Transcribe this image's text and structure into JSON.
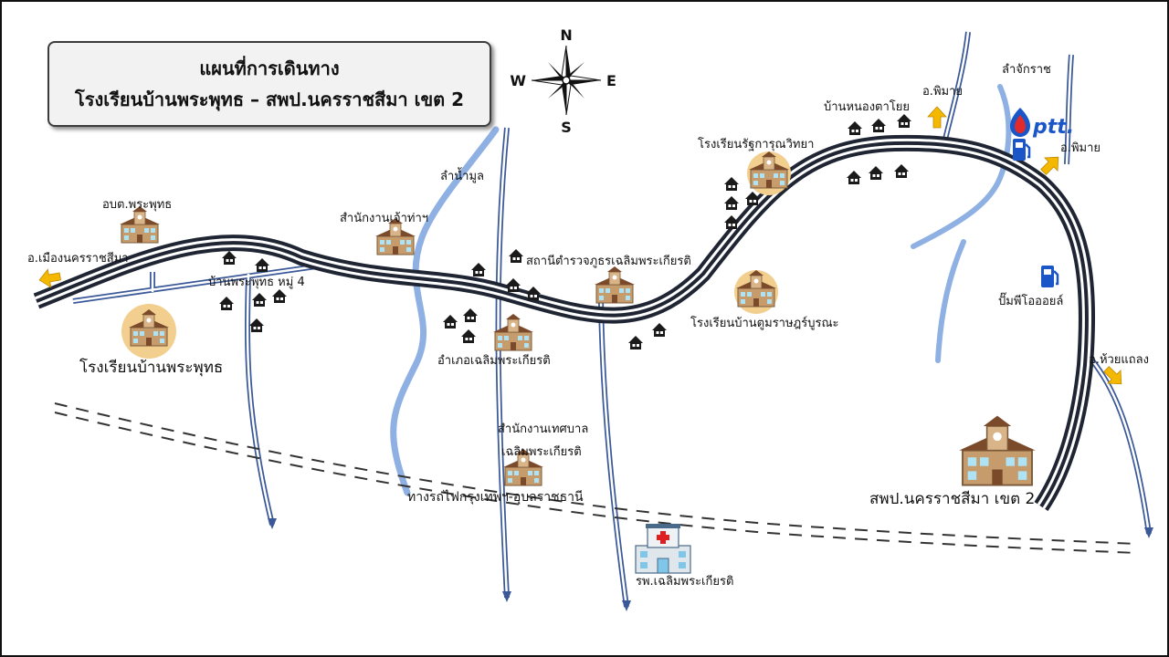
{
  "title": {
    "line1": "แผนที่การเดินทาง",
    "line2": "โรงเรียนบ้านพระพุทธ – สพป.นครราชสีมา เขต 2"
  },
  "compass": {
    "n": "N",
    "s": "S",
    "e": "E",
    "w": "W"
  },
  "colors": {
    "highway": "#1f2533",
    "river": "#8fb0e3",
    "road_edge": "#3b5998",
    "arrow": "#f5b800",
    "circle": "#f2cf8f",
    "ptt": "#1a56c8",
    "railway": "#333333"
  },
  "labels": {
    "muang": "อ.เมืองนครราชสีมา",
    "obt": "อบต.พระพุทธ",
    "village4": "บ้านพระพุทธ หมู่ 4",
    "school_main": "โรงเรียนบ้านพระพุทธ",
    "office": "สำนักงานเจ้าท่าฯ",
    "river_moon": "ลำน้ำมูล",
    "police": "สถานีตำรวจภูธรเฉลิมพระเกียรติ",
    "district": "อำเภอเฉลิมพระเกียรติ",
    "municipal_1": "สำนักงานเทศบาล",
    "municipal_2": "เฉลิมพระเกียรติ",
    "railway": "ทางรถไฟกรุงเทพฯ-อุบลราชธานี",
    "hospital": "รพ.เฉลิมพระเกียรติ",
    "school_rat": "โรงเรียนรัฐการุณวิทยา",
    "school_tum": "โรงเรียนบ้านตูมราษฎร์บูรณะ",
    "nongtayoi": "บ้านหนองตาโยย",
    "phimai_1": "อ.พิมาย",
    "lamchakkarat": "ลำจักราช",
    "phimai_2": "อ.พิมาย",
    "ptt_station": "ปั๊มพีโอออยล์",
    "huaythalaeng": "อ.ห้วยแถลง",
    "spp_office": "สพป.นครราชสีมา เขต 2",
    "ptt_logo": "ptt."
  },
  "icons": [
    "school-building-icon",
    "house-icon",
    "hospital-icon",
    "fuel-pump-icon",
    "direction-arrow-icon",
    "compass-rose-icon"
  ]
}
